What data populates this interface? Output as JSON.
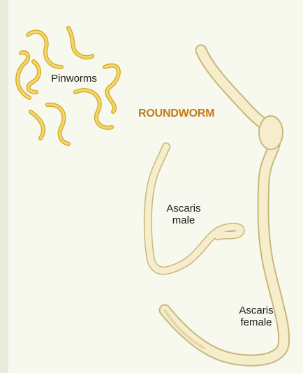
{
  "labels": {
    "title": "ROUNDWORM",
    "pinworms": "Pinworms",
    "ascaris_male": "Ascaris\nmale",
    "ascaris_female": "Ascaris\nfemale"
  },
  "colors": {
    "background": "#f7f8ee",
    "title": "#c47a18",
    "pinworm_fill": "#f3d76a",
    "pinworm_outline": "#d2a620",
    "ascaris_fill": "#f6edcc",
    "ascaris_outline": "#c9b77a",
    "text": "#1d1d1d"
  }
}
